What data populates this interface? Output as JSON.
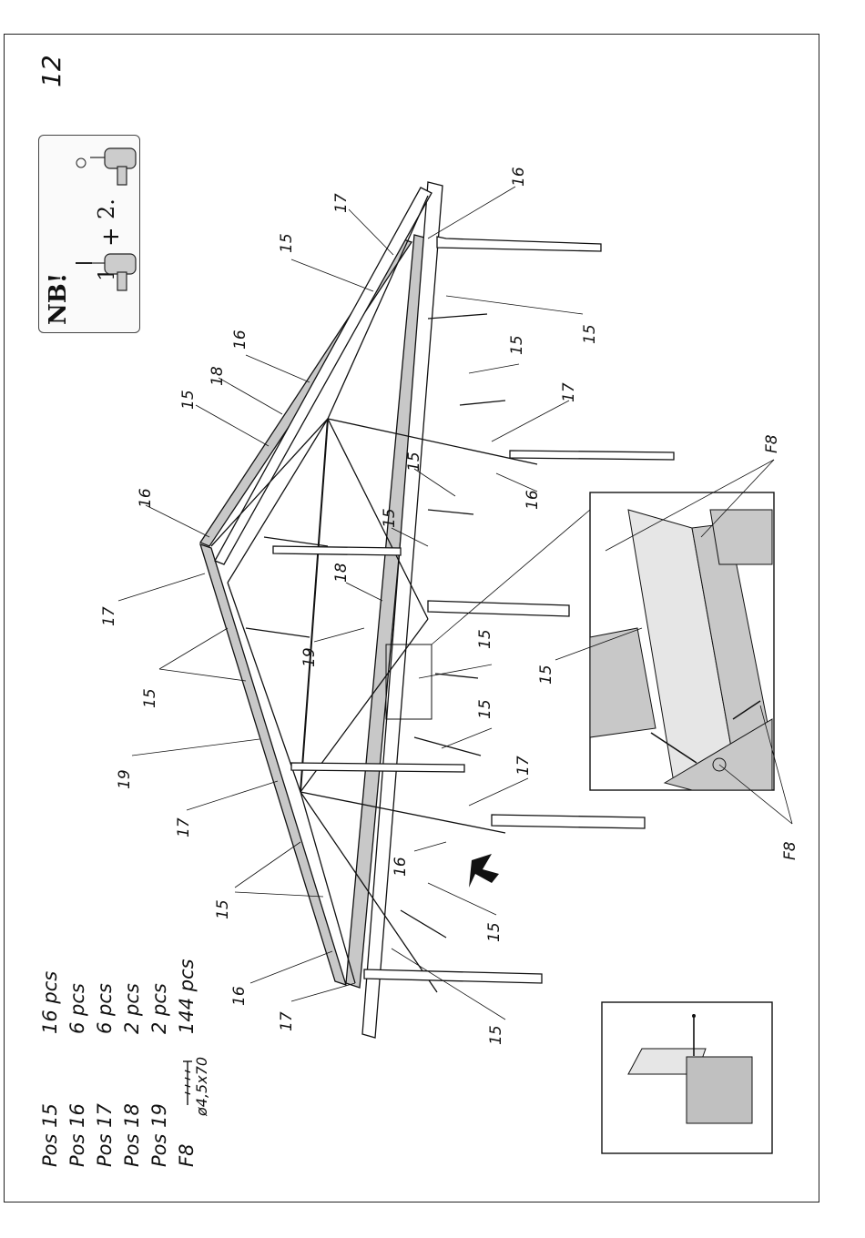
{
  "page": {
    "step_number": "12"
  },
  "note_box": {
    "nb": "NB!",
    "step1": "1.",
    "plus": "+",
    "step2": "2."
  },
  "parts_list": [
    {
      "name": "Pos 15",
      "qty": "16 pcs"
    },
    {
      "name": "Pos 16",
      "qty": "6 pcs"
    },
    {
      "name": "Pos 17",
      "qty": "6 pcs"
    },
    {
      "name": "Pos 18",
      "qty": "2 pcs"
    },
    {
      "name": "Pos 19",
      "qty": "2 pcs"
    },
    {
      "name": "F8",
      "qty": "144 pcs"
    }
  ],
  "screw_spec": "ø4,5x70",
  "callouts": {
    "l15": "15",
    "l16": "16",
    "l17": "17",
    "l18": "18",
    "l19": "19",
    "f8": "F8"
  },
  "colors": {
    "line": "#111111",
    "beam_fill": "#c8c8c8",
    "light_fill": "#e6e6e6"
  }
}
